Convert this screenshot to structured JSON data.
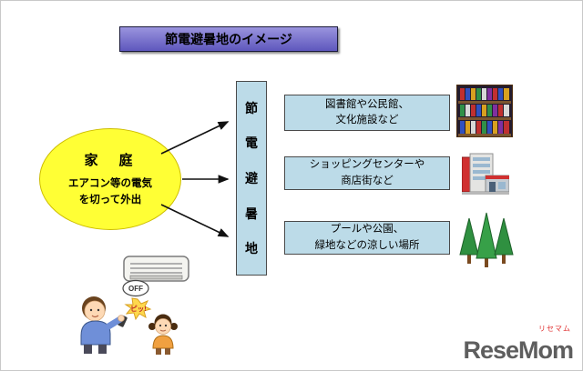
{
  "title": "節電避暑地のイメージ",
  "source": {
    "name": "家　庭",
    "desc_line1": "エアコン等の電気",
    "desc_line2": "を切って外出"
  },
  "hub": {
    "chars": [
      "節",
      "電",
      "避",
      "暑",
      "地"
    ]
  },
  "destinations": [
    {
      "line1": "図書館や公民館、",
      "line2": "文化施設など",
      "icon": "library-icon"
    },
    {
      "line1": "ショッピングセンターや",
      "line2": "商店街など",
      "icon": "shopping-center-icon"
    },
    {
      "line1": "プールや公園、",
      "line2": "緑地などの涼しい場所",
      "icon": "park-trees-icon"
    }
  ],
  "illustration": {
    "off_label": "OFF",
    "beep_label": "ピッ!"
  },
  "logo": {
    "text": "ReseMom",
    "ruby": "リセマム"
  },
  "colors": {
    "title_bg": "#6f68c8",
    "node_blue": "#bcdbe8",
    "ellipse_yellow": "#ffff35",
    "arrow": "#111111",
    "logo_gray": "#5e5e5e",
    "logo_red": "#e03030"
  }
}
